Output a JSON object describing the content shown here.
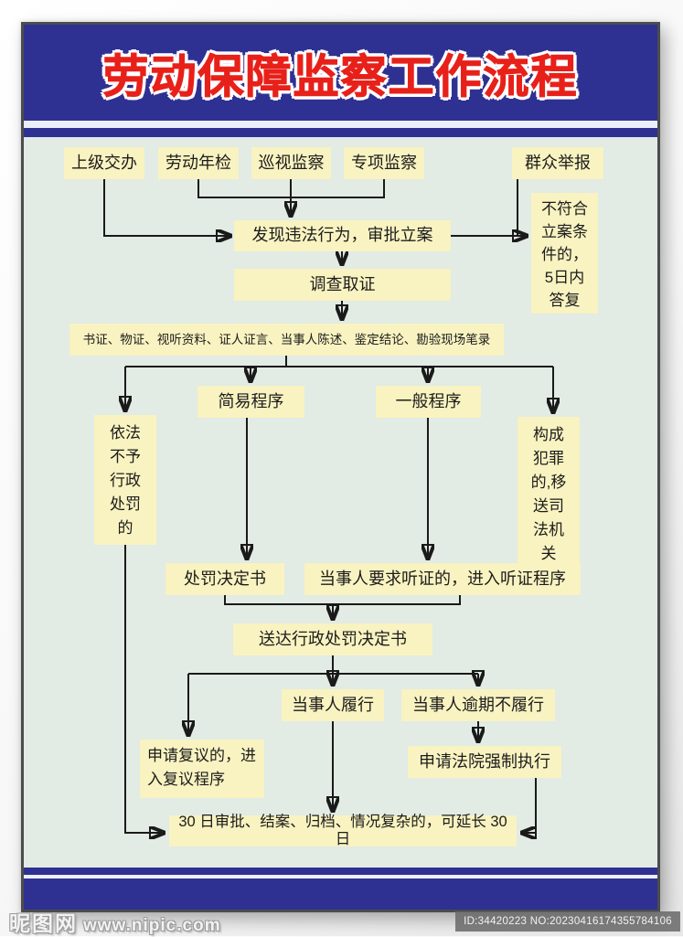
{
  "title": "劳动保障监察工作流程",
  "nodes": {
    "superior": {
      "label": "上级交办"
    },
    "annual_check": {
      "label": "劳动年检"
    },
    "patrol": {
      "label": "巡视监察"
    },
    "special": {
      "label": "专项监察"
    },
    "public_report": {
      "label": "群众举报"
    },
    "reject_reply": {
      "label": "不符合立案条件的，5日内答复"
    },
    "discover_file": {
      "label": "发现违法行为，审批立案"
    },
    "investigate": {
      "label": "调查取证"
    },
    "evidence": {
      "label": "书证、物证、视听资料、证人证言、当事人陈述、鉴定结论、勘验现场笔录"
    },
    "no_penalty": {
      "label": "依法不予行政处罚的"
    },
    "simple_proc": {
      "label": "简易程序"
    },
    "general_proc": {
      "label": "一般程序"
    },
    "crime_transfer": {
      "label": "构成犯罪的,移送司法机关"
    },
    "penalty_doc": {
      "label": "处罚决定书"
    },
    "hearing": {
      "label": "当事人要求听证的，进入听证程序"
    },
    "deliver": {
      "label": "送达行政处罚决定书"
    },
    "performs": {
      "label": "当事人履行"
    },
    "overdue": {
      "label": "当事人逾期不履行"
    },
    "review": {
      "label": "申请复议的，进入复议程序"
    },
    "enforce": {
      "label": "申请法院强制执行"
    },
    "close_case": {
      "label": "30 日审批、结案、归档、情况复杂的，可延长 30 日"
    }
  },
  "watermark": {
    "site_name": "昵图网",
    "site_url": "www.nipic.com",
    "id_text": "ID:34420223 NO:20230416174355784106"
  },
  "colors": {
    "header_blue": "#2e3192",
    "title_red": "#e8201a",
    "title_outline": "#ffffff",
    "body_bg": "#e2ebe4",
    "node_bg": "#f9f3c1",
    "line": "#1a1a1a"
  }
}
